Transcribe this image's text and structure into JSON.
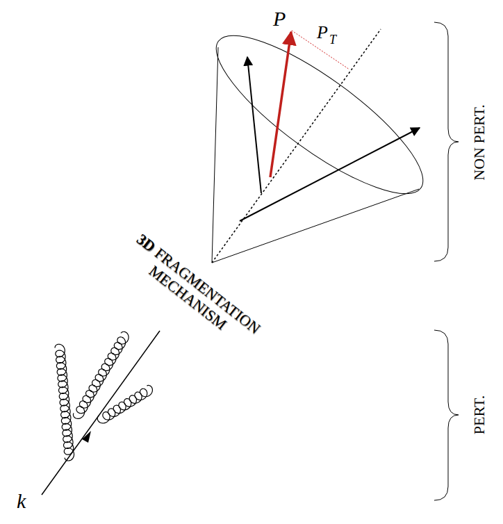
{
  "diagram": {
    "labels": [
      "P",
      "P",
      "T",
      "3D",
      "FRAGMENTATION MECHANISM",
      "NON PERT.",
      "PERT.",
      "k"
    ]
  }
}
